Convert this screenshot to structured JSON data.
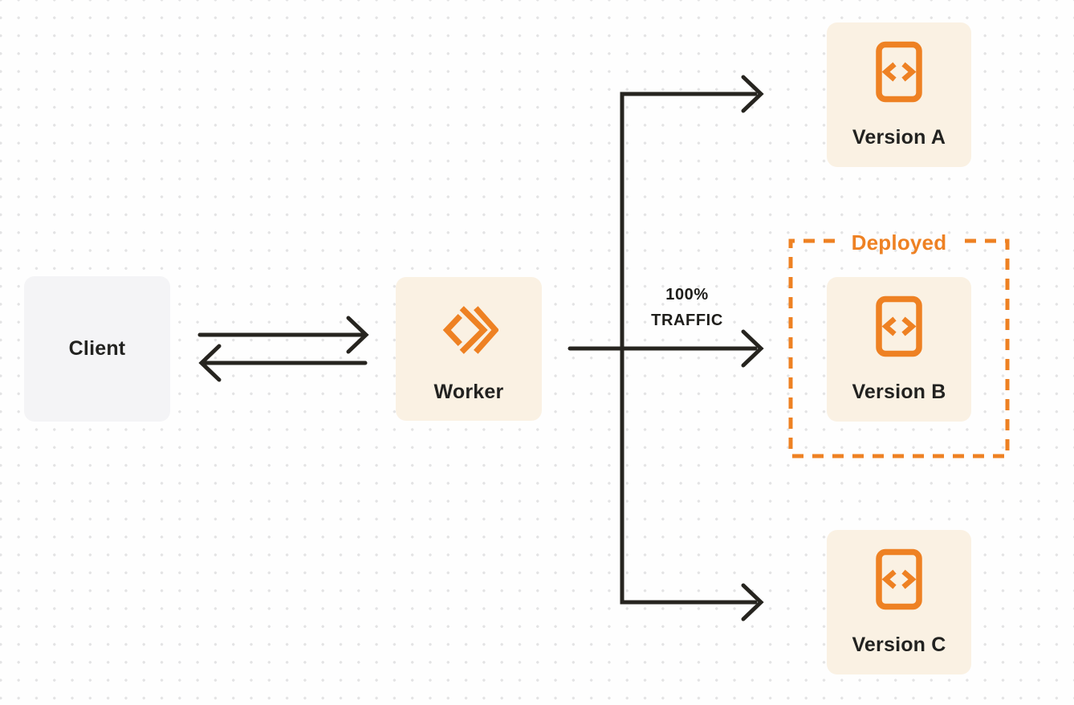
{
  "title": "Worker version traffic routing diagram",
  "nodes": {
    "client": {
      "label": "Client"
    },
    "worker": {
      "label": "Worker"
    },
    "version_a": {
      "label": "Version A"
    },
    "version_b": {
      "label": "Version B"
    },
    "version_c": {
      "label": "Version C"
    }
  },
  "annotations": {
    "deployed_label": "Deployed",
    "traffic_line1": "100%",
    "traffic_line2": "TRAFFIC"
  },
  "edges": [
    {
      "from": "client",
      "to": "worker",
      "direction": "both",
      "label": ""
    },
    {
      "from": "worker",
      "to": "version_a",
      "direction": "forward",
      "label": ""
    },
    {
      "from": "worker",
      "to": "version_b",
      "direction": "forward",
      "label": "100% TRAFFIC"
    },
    {
      "from": "worker",
      "to": "version_c",
      "direction": "forward",
      "label": ""
    }
  ],
  "icons": {
    "worker_icon": "workers-logo-icon",
    "version_icon": "code-file-icon"
  },
  "colors": {
    "accent_orange": "#EE8123",
    "node_cream": "#FAF1E3",
    "client_gray": "#F4F4F6",
    "arrow_ink": "#26241F",
    "dot_grid": "#E3E3E4",
    "background": "#FEFEFE"
  }
}
